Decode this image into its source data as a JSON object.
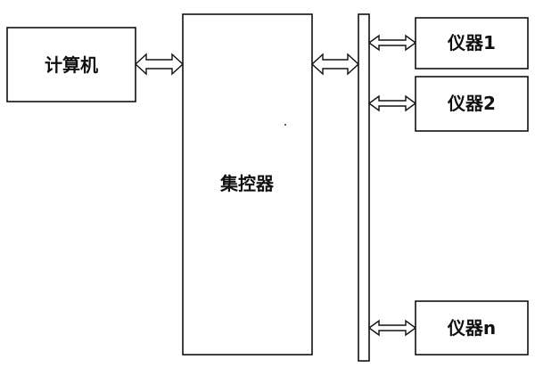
{
  "computer": {
    "label": "计算机"
  },
  "controller": {
    "label": "集控器"
  },
  "instruments": [
    {
      "label": "仪器1"
    },
    {
      "label": "仪器2"
    },
    {
      "label": "仪器n"
    }
  ]
}
